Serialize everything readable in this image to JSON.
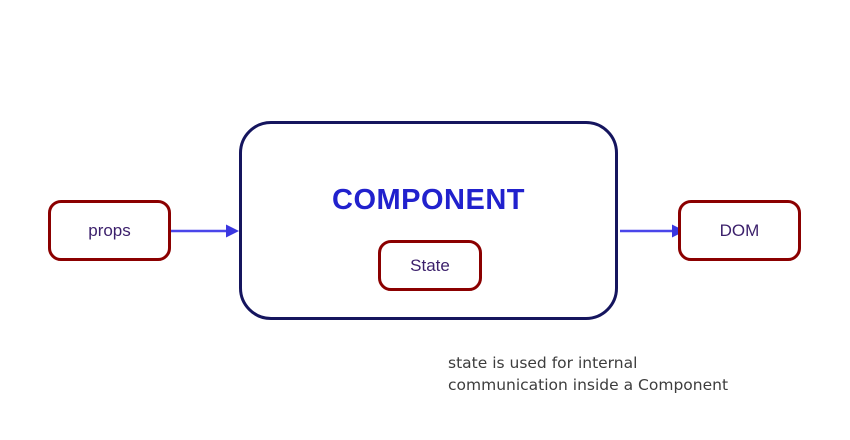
{
  "diagram": {
    "props_label": "props",
    "component_label": "COMPONENT",
    "state_label": "State",
    "dom_label": "DOM",
    "caption": {
      "line1": "state is used for internal",
      "line2": "communication inside a Component"
    },
    "colors": {
      "red_box_border": "#8b0000",
      "component_border_navy": "#15155e",
      "component_title_blue": "#2121cd",
      "node_text_purple": "#3b1f6b",
      "arrow_blue": "#4a46ea",
      "caption_gray": "#3d3d3d",
      "background": "#ffffff"
    }
  }
}
